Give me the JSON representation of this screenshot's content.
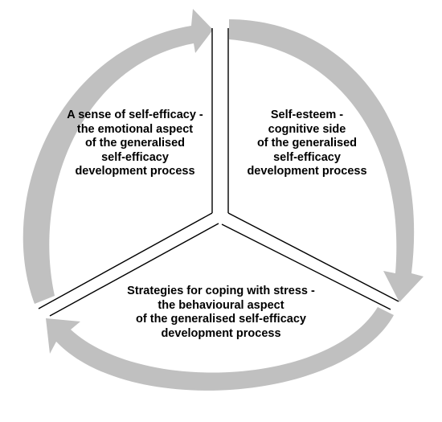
{
  "diagram": {
    "arrow_color": "#c0c0c0",
    "divider_color": "#000000",
    "sectors": [
      {
        "id": "emotional",
        "text": "A sense of self-efficacy -\nthe emotional aspect\nof the generalised\nself-efficacy\ndevelopment process"
      },
      {
        "id": "cognitive",
        "text": "Self-esteem -\ncognitive side\nof the generalised\nself-efficacy\ndevelopment process"
      },
      {
        "id": "behavioural",
        "text": "Strategies for coping with stress -\nthe behavioural aspect\nof the generalised self-efficacy\ndevelopment process"
      }
    ]
  }
}
